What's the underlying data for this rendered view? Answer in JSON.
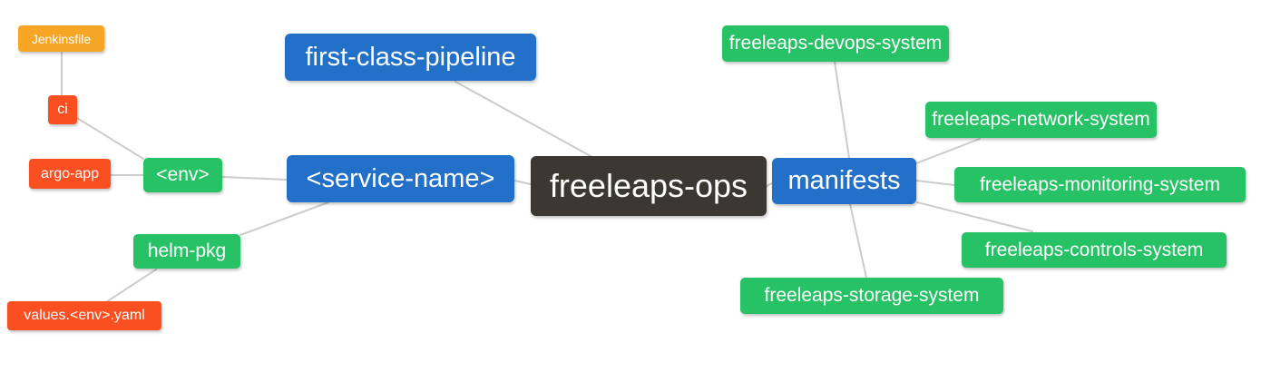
{
  "diagram": {
    "type": "mindmap",
    "root": "freeleaps-ops",
    "relations": [
      {
        "parent": "freeleaps-ops",
        "child": "first-class-pipeline"
      },
      {
        "parent": "freeleaps-ops",
        "child": "<service-name>"
      },
      {
        "parent": "freeleaps-ops",
        "child": "manifests"
      },
      {
        "parent": "<service-name>",
        "child": "<env>"
      },
      {
        "parent": "<service-name>",
        "child": "helm-pkg"
      },
      {
        "parent": "<env>",
        "child": "ci"
      },
      {
        "parent": "<env>",
        "child": "argo-app"
      },
      {
        "parent": "ci",
        "child": "Jenkinsfile"
      },
      {
        "parent": "helm-pkg",
        "child": "values.<env>.yaml"
      },
      {
        "parent": "manifests",
        "child": "freeleaps-devops-system"
      },
      {
        "parent": "manifests",
        "child": "freeleaps-network-system"
      },
      {
        "parent": "manifests",
        "child": "freeleaps-monitoring-system"
      },
      {
        "parent": "manifests",
        "child": "freeleaps-controls-system"
      },
      {
        "parent": "manifests",
        "child": "freeleaps-storage-system"
      }
    ]
  },
  "nodes": {
    "root": {
      "label": "freeleaps-ops"
    },
    "first_class_pipeline": {
      "label": "first-class-pipeline"
    },
    "service_name": {
      "label": "<service-name>"
    },
    "manifests": {
      "label": "manifests"
    },
    "env": {
      "label": "<env>"
    },
    "helm_pkg": {
      "label": "helm-pkg"
    },
    "ci": {
      "label": "ci"
    },
    "argo_app": {
      "label": "argo-app"
    },
    "jenkinsfile": {
      "label": "Jenkinsfile"
    },
    "values_env_yaml": {
      "label": "values.<env>.yaml"
    },
    "devops_system": {
      "label": "freeleaps-devops-system"
    },
    "network_system": {
      "label": "freeleaps-network-system"
    },
    "monitoring_system": {
      "label": "freeleaps-monitoring-system"
    },
    "controls_system": {
      "label": "freeleaps-controls-system"
    },
    "storage_system": {
      "label": "freeleaps-storage-system"
    }
  },
  "colors": {
    "root_node": "#3B3733",
    "branch_node": "#2270C8",
    "leaf_green": "#27C266",
    "leaf_red": "#F94F21",
    "leaf_amber": "#F7A525",
    "edge": "#CCCCCC",
    "text": "#FFFFFF",
    "background": "#FFFFFF"
  }
}
